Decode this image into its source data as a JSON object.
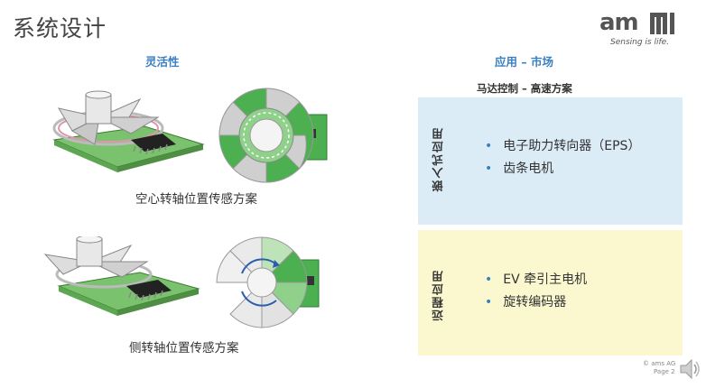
{
  "header": {
    "title": "系统设计",
    "logo_text": "am",
    "logo_slogan": "Sensing is life."
  },
  "left": {
    "heading": "灵活性",
    "caption_top": "空心转轴位置传感方案",
    "caption_bottom": "侧转轴位置传感方案"
  },
  "right": {
    "heading": "应用 – 市场",
    "subheading": "马达控制 – 高速方案",
    "boxes": [
      {
        "label": "嵌入式应用",
        "items": [
          "电子助力转向器（EPS）",
          "齿条电机"
        ],
        "bg": "#dcecf6"
      },
      {
        "label": "远程应用",
        "items": [
          "EV 牵引主电机",
          "旋转编码器"
        ],
        "bg": "#fbf8cf"
      }
    ]
  },
  "footer": {
    "company": "© ams AG",
    "page": "Page 2"
  },
  "colors": {
    "accent_blue": "#3a7fc1",
    "pcb_green": "#4caf50"
  },
  "icons": [
    "speaker-icon"
  ]
}
